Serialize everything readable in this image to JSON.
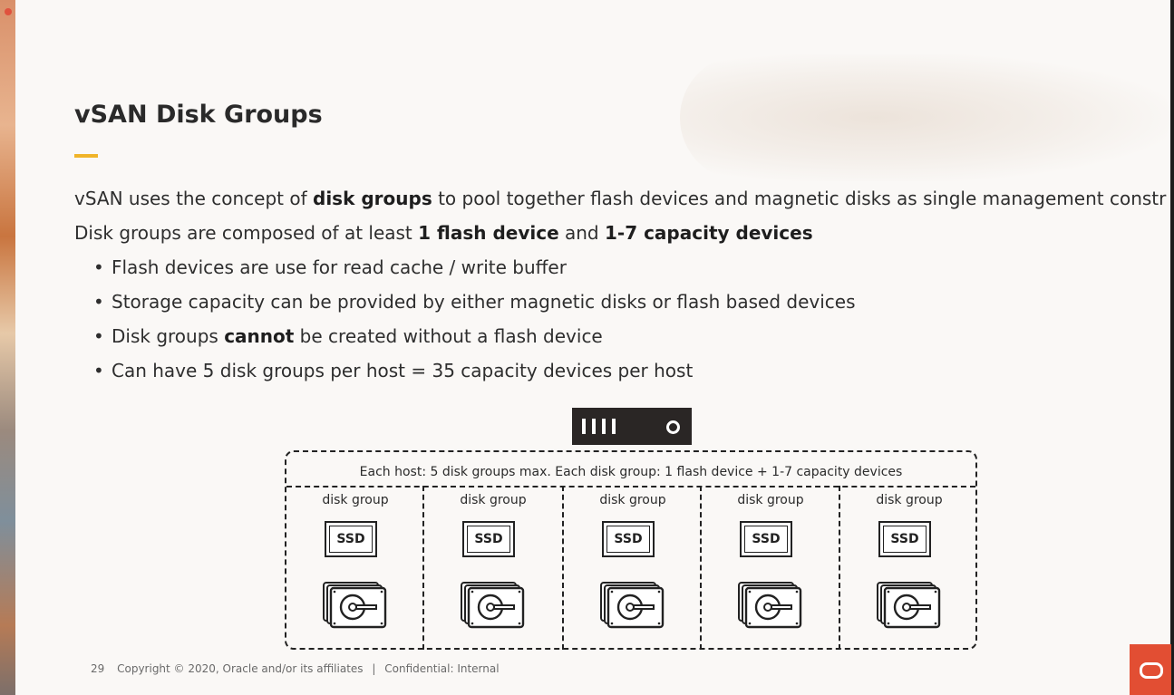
{
  "slide": {
    "title": "vSAN Disk Groups",
    "intro_line1": {
      "pre": "vSAN uses the concept of ",
      "bold": "disk groups",
      "post": " to pool together flash devices and magnetic disks as single management constr"
    },
    "intro_line2": {
      "pre": "Disk groups are composed of at least ",
      "bold1": "1 flash device",
      "mid": " and ",
      "bold2": "1-7 capacity devices"
    },
    "bullets": [
      {
        "text": "Flash devices are use for read cache / write buffer"
      },
      {
        "text": "Storage capacity can be provided by either magnetic disks or flash based devices"
      },
      {
        "pre": "Disk groups ",
        "bold": "cannot",
        "post": " be created without a flash device"
      },
      {
        "text": "Can have 5 disk groups per host = 35 capacity devices per host"
      }
    ]
  },
  "diagram": {
    "caption": "Each host: 5 disk groups max. Each disk group: 1 flash device + 1-7 capacity devices",
    "groups": [
      {
        "label": "disk group",
        "ssd": "SSD"
      },
      {
        "label": "disk group",
        "ssd": "SSD"
      },
      {
        "label": "disk group",
        "ssd": "SSD"
      },
      {
        "label": "disk group",
        "ssd": "SSD"
      },
      {
        "label": "disk group",
        "ssd": "SSD"
      }
    ]
  },
  "footer": {
    "page_number": "29",
    "copyright": "Copyright © 2020, Oracle and/or its affiliates",
    "separator": "|",
    "classification": "Confidential: Internal"
  },
  "colors": {
    "accent": "#f0b429",
    "oracle_red": "#e24e33",
    "background": "#faf8f6"
  },
  "icons": {
    "host": "server-icon",
    "flash": "ssd-icon",
    "capacity": "hard-disk-icon",
    "brand": "oracle-logo-icon"
  }
}
